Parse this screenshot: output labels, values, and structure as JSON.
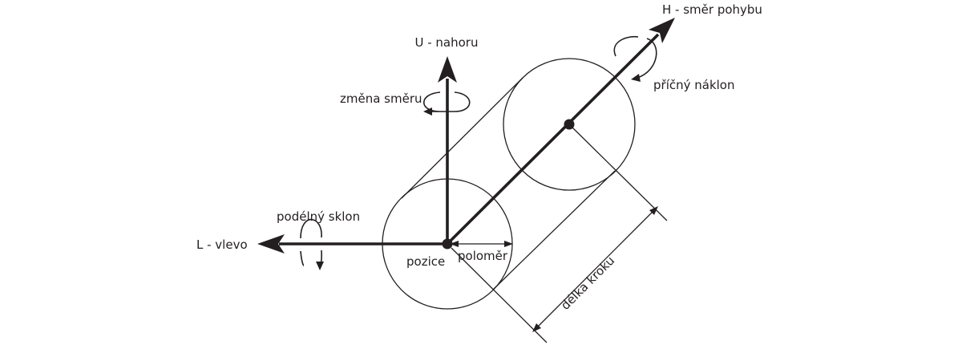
{
  "labels": {
    "up": "U - nahoru",
    "heading": "H - směr pohybu",
    "left": "L - vlevo",
    "yaw": "změna směru",
    "roll": "příčný náklon",
    "pitch": "podélný sklon",
    "position": "pozice",
    "radius": "poloměr",
    "step_length": "délka kroku"
  },
  "colors": {
    "ink": "#231f20",
    "background": "#ffffff"
  }
}
